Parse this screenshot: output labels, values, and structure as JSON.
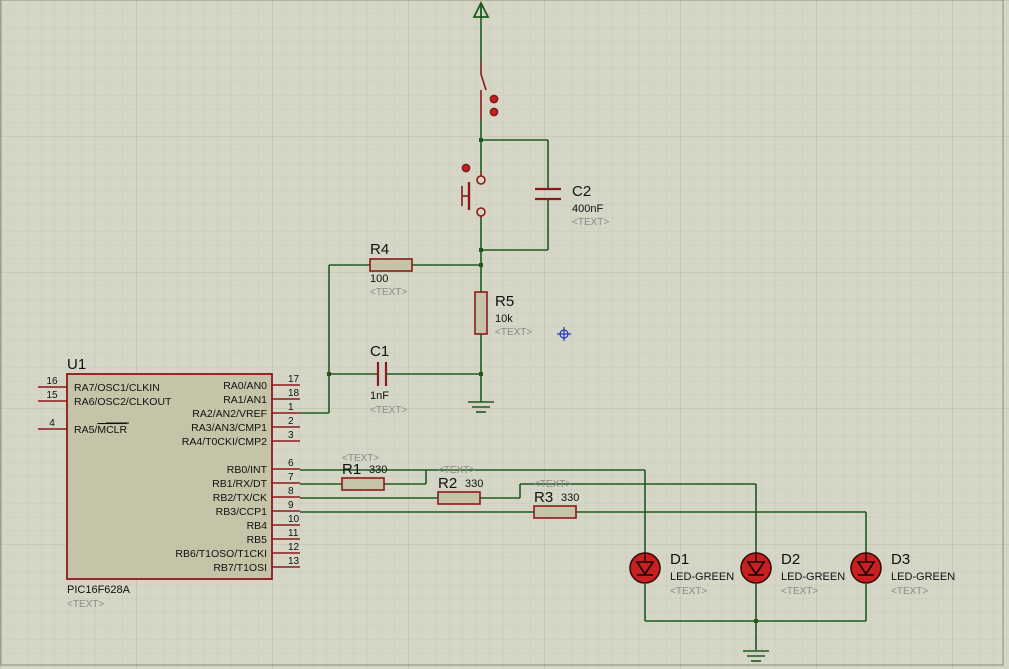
{
  "colors": {
    "background": "#d6d6c6",
    "grid_minor": "#c8c8b8",
    "grid_major": "#b8b8a6",
    "wire": "#1e5a1e",
    "component": "#8b1a1a",
    "chip_fill": "#c6c4a8",
    "led_fill": "#c62020",
    "probe": "#2038c0"
  },
  "chip": {
    "ref": "U1",
    "part": "PIC16F628A",
    "text": "<TEXT>",
    "left_pins": [
      {
        "num": "16",
        "label": "RA7/OSC1/CLKIN"
      },
      {
        "num": "15",
        "label": "RA6/OSC2/CLKOUT"
      },
      {
        "num": "4",
        "label_pre": "RA5/",
        "label_over": "MCLR"
      }
    ],
    "right_pins": [
      {
        "num": "17",
        "label": "RA0/AN0"
      },
      {
        "num": "18",
        "label": "RA1/AN1"
      },
      {
        "num": "1",
        "label": "RA2/AN2/VREF"
      },
      {
        "num": "2",
        "label": "RA3/AN3/CMP1"
      },
      {
        "num": "3",
        "label": "RA4/T0CKI/CMP2"
      },
      {
        "num": "6",
        "label": "RB0/INT"
      },
      {
        "num": "7",
        "label": "RB1/RX/DT"
      },
      {
        "num": "8",
        "label": "RB2/TX/CK"
      },
      {
        "num": "9",
        "label": "RB3/CCP1"
      },
      {
        "num": "10",
        "label": "RB4"
      },
      {
        "num": "11",
        "label": "RB5"
      },
      {
        "num": "12",
        "label": "RB6/T1OSO/T1CKI"
      },
      {
        "num": "13",
        "label": "RB7/T1OSI"
      }
    ]
  },
  "components": {
    "r1": {
      "ref": "R1",
      "value": "330",
      "text": "<TEXT>"
    },
    "r2": {
      "ref": "R2",
      "value": "330",
      "text": "<TEXT>"
    },
    "r3": {
      "ref": "R3",
      "value": "330",
      "text": "<TEXT>"
    },
    "r4": {
      "ref": "R4",
      "value": "100",
      "text": "<TEXT>"
    },
    "r5": {
      "ref": "R5",
      "value": "10k",
      "text": "<TEXT>"
    },
    "c1": {
      "ref": "C1",
      "value": "1nF",
      "text": "<TEXT>"
    },
    "c2": {
      "ref": "C2",
      "value": "400nF",
      "text": "<TEXT>"
    },
    "d1": {
      "ref": "D1",
      "value": "LED-GREEN",
      "text": "<TEXT>"
    },
    "d2": {
      "ref": "D2",
      "value": "LED-GREEN",
      "text": "<TEXT>"
    },
    "d3": {
      "ref": "D3",
      "value": "LED-GREEN",
      "text": "<TEXT>"
    }
  }
}
